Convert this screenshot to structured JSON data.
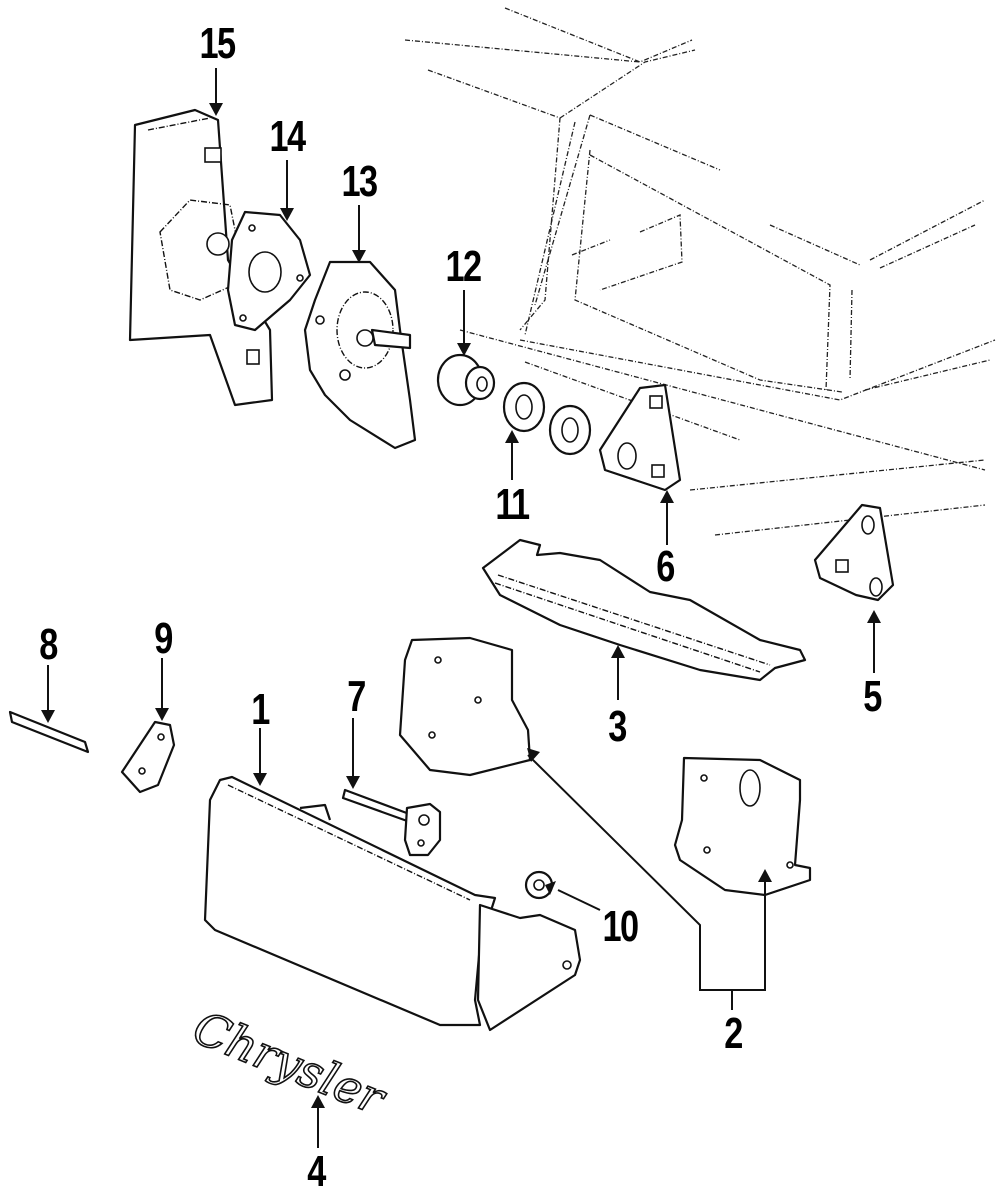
{
  "diagram": {
    "type": "exploded-parts-diagram",
    "subject": "Headlamp door / concealed headlamp components",
    "emblem_text": "Chrysler",
    "callouts": [
      {
        "number": "1",
        "part": "headlamp-door"
      },
      {
        "number": "2",
        "part": "door-brackets"
      },
      {
        "number": "3",
        "part": "support"
      },
      {
        "number": "4",
        "part": "chrysler-emblem"
      },
      {
        "number": "5",
        "part": "bracket-right"
      },
      {
        "number": "6",
        "part": "bracket-left"
      },
      {
        "number": "7",
        "part": "pivot-shaft"
      },
      {
        "number": "8",
        "part": "pin"
      },
      {
        "number": "9",
        "part": "link-bracket"
      },
      {
        "number": "10",
        "part": "nut"
      },
      {
        "number": "11",
        "part": "bushing"
      },
      {
        "number": "12",
        "part": "grommet"
      },
      {
        "number": "13",
        "part": "motor"
      },
      {
        "number": "14",
        "part": "motor-plate"
      },
      {
        "number": "15",
        "part": "mounting-bracket"
      }
    ]
  }
}
